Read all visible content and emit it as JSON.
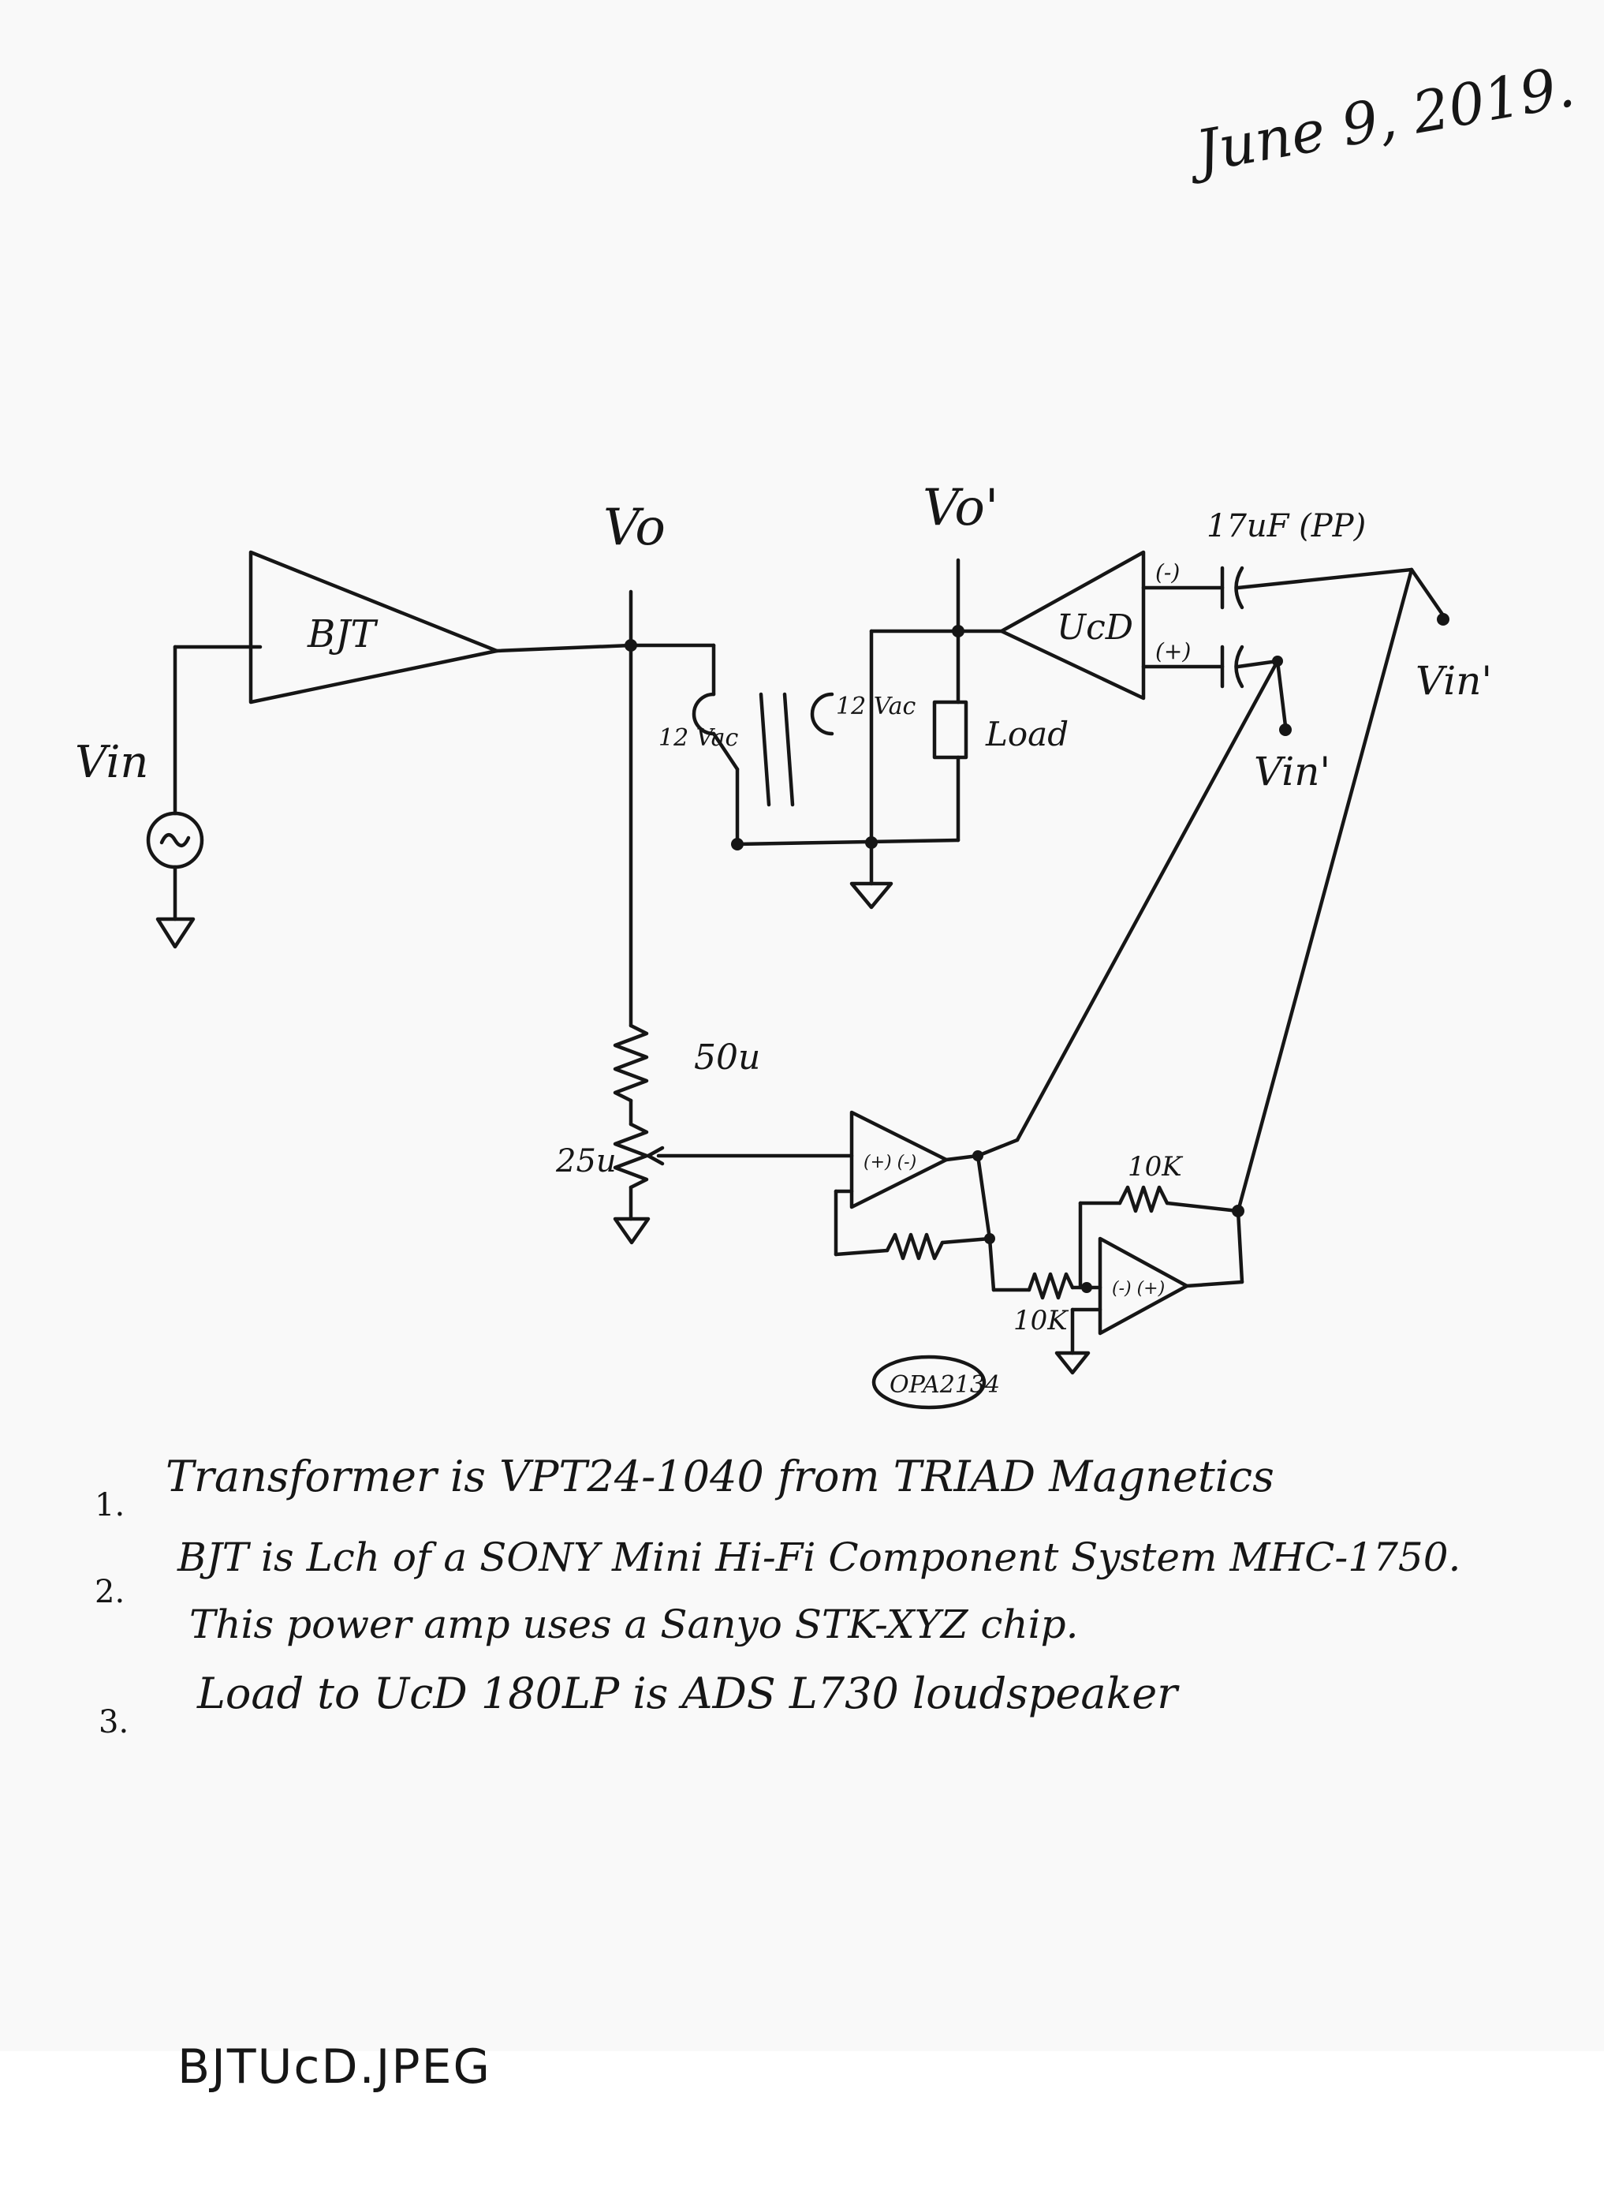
{
  "date": "June 9, 2019.",
  "labels": {
    "bjt": "BJT",
    "vin": "Vin",
    "vo": "Vo",
    "vo_prime": "Vo'",
    "transformer_primary": "12 Vac",
    "transformer_secondary": "12 Vac",
    "load": "Load",
    "ucd": "UcD",
    "capacitor": "17uF (PP)",
    "cap_minus": "(-)",
    "cap_plus": "(+)",
    "vin_bar_prime": "Vin'",
    "vin_prime": "Vin'",
    "res_50": "50u",
    "pot_25": "25u",
    "res_10k_top": "10K",
    "res_10k_bottom": "10K",
    "opamp1_inputs": "(+) (-)",
    "opamp2_inputs": "(-) (+)",
    "opamp_chip": "OPA2134"
  },
  "notes": [
    {
      "num": "1.",
      "text": "Transformer is VPT24-1040 from TRIAD Magnetics"
    },
    {
      "num": "2.",
      "text": "BJT is Lch of a SONY Mini Hi-Fi Component System  MHC-1750."
    },
    {
      "num": "",
      "text": "This power amp uses a Sanyo  STK-XYZ chip."
    },
    {
      "num": "3.",
      "text": "Load to UcD 180LP is  ADS L730 loudspeaker"
    }
  ],
  "filename": "BJTUcD.JPEG"
}
